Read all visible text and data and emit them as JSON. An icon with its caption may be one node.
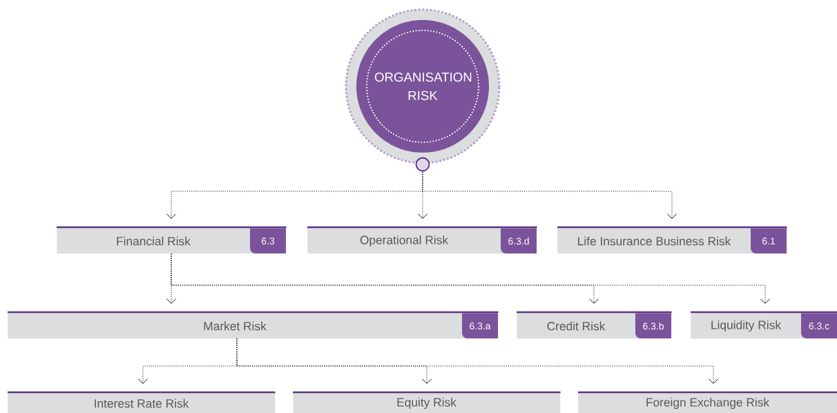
{
  "diagram": {
    "nodes": [
      {
        "text": [
          "ORGANISATION RISK"
        ]
      },
      {
        "text": [
          "Financial Risk",
          "6.3"
        ]
      },
      {
        "text": [
          "Operational Risk",
          "6.3.d"
        ]
      },
      {
        "text": [
          "Life Insurance Business Risk",
          "6.1"
        ]
      },
      {
        "text": [
          "Market Risk",
          "6.3.a"
        ]
      },
      {
        "text": [
          "Credit Risk",
          "6.3.b"
        ]
      },
      {
        "text": [
          "Liquidity Risk",
          "6.3.c"
        ]
      },
      {
        "text": [
          "Interest Rate Risk"
        ]
      },
      {
        "text": [
          "Equity Risk"
        ]
      },
      {
        "text": [
          "Foreign Exchange Risk"
        ]
      }
    ],
    "edges": [
      {
        "from": 0,
        "to": 1,
        "arrow": "to"
      },
      {
        "from": 0,
        "to": 2,
        "arrow": "to"
      },
      {
        "from": 0,
        "to": 3,
        "arrow": "to"
      },
      {
        "from": 1,
        "to": 4,
        "arrow": "to"
      },
      {
        "from": 1,
        "to": 5,
        "arrow": "to"
      },
      {
        "from": 1,
        "to": 6,
        "arrow": "to"
      },
      {
        "from": 4,
        "to": 7,
        "arrow": "to"
      },
      {
        "from": 4,
        "to": 8,
        "arrow": "to"
      },
      {
        "from": 4,
        "to": 9,
        "arrow": "to"
      }
    ]
  }
}
